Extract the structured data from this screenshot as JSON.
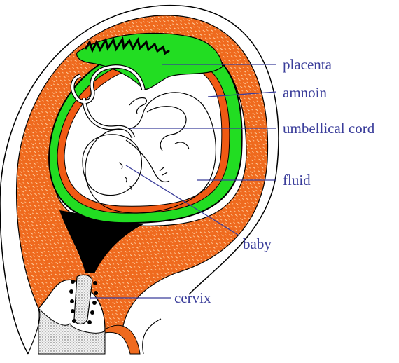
{
  "diagram": {
    "colors": {
      "wall": "#ef6a1e",
      "wall_fleck": "#ffd0a0",
      "placenta": "#22dd22",
      "amnion_red": "#f05a14",
      "outline": "#000000",
      "leader": "#3a3d9a",
      "label_text": "#3a3d9a"
    },
    "labels": {
      "placenta": "placenta",
      "amnion": "amnoin",
      "cord": "umbellical cord",
      "fluid": "fluid",
      "baby": "baby",
      "cervix": "cervix"
    }
  }
}
